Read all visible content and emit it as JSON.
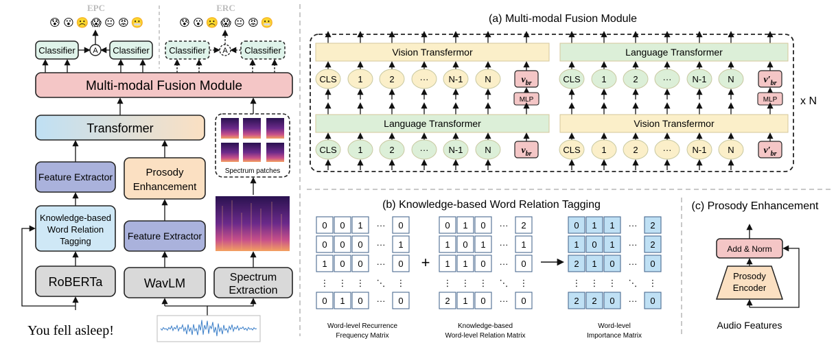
{
  "left": {
    "epc_label": "EPC",
    "erc_label": "ERC",
    "epc_emojis": [
      "😰",
      "😮",
      "☹️",
      "😱",
      "😐",
      "😡",
      "😬"
    ],
    "erc_emojis": [
      "😰",
      "😮",
      "☹️",
      "😱",
      "😐",
      "😡",
      "😬"
    ],
    "classifier": "Classifier",
    "a": "A",
    "fusion": "Multi-modal Fusion Module",
    "transformer": "Transformer",
    "feature_extractor": "Feature Extractor",
    "kb_tagging": "Knowledge-based Word Relation Tagging",
    "kb_tagging_lines": [
      "Knowledge-based",
      "Word Relation",
      "Tagging"
    ],
    "roberta": "RoBERTa",
    "prosody_lines": [
      "Prosody",
      "Enhancement"
    ],
    "feature_extractor2": "Feature Extractor",
    "wavlm": "WavLM",
    "spectrum_lines": [
      "Spectrum",
      "Extraction"
    ],
    "spectrum_patches": "Spectrum patches",
    "utterance": "You fell asleep!"
  },
  "panel_a": {
    "title": "(a)  Multi-modal Fusion Module",
    "vision_transformer": "Vision Transfermor",
    "language_transformer": "Language Transformer",
    "tokens": [
      "CLS",
      "1",
      "2",
      "···",
      "N-1",
      "N"
    ],
    "v_br": "v",
    "br_sub": "br",
    "mlp": "MLP",
    "times_n": "x N"
  },
  "panel_b": {
    "title": "(b)  Knowledge-based Word Relation Tagging",
    "plus": "+",
    "m1": {
      "rows": [
        [
          "0",
          "0",
          "1",
          "···",
          "0"
        ],
        [
          "0",
          "0",
          "0",
          "···",
          "1"
        ],
        [
          "1",
          "0",
          "0",
          "···",
          "0"
        ],
        [
          "⋮",
          "⋮",
          "⋮",
          "⋱",
          "⋮"
        ],
        [
          "0",
          "1",
          "0",
          "···",
          "0"
        ]
      ],
      "caption": [
        "Word-level Recurrence",
        "Frequency Matrix"
      ]
    },
    "m2": {
      "rows": [
        [
          "0",
          "1",
          "0",
          "···",
          "2"
        ],
        [
          "1",
          "0",
          "1",
          "···",
          "1"
        ],
        [
          "1",
          "1",
          "0",
          "···",
          "0"
        ],
        [
          "⋮",
          "⋮",
          "⋮",
          "⋱",
          "⋮"
        ],
        [
          "2",
          "1",
          "0",
          "···",
          "0"
        ]
      ],
      "caption": [
        "Knowledge-based",
        "Word-level Relation Matrix"
      ]
    },
    "m3": {
      "rows": [
        [
          "0",
          "1",
          "1",
          "···",
          "2"
        ],
        [
          "1",
          "0",
          "1",
          "···",
          "2"
        ],
        [
          "2",
          "1",
          "0",
          "···",
          "0"
        ],
        [
          "⋮",
          "⋮",
          "⋮",
          "⋱",
          "⋮"
        ],
        [
          "2",
          "2",
          "0",
          "···",
          "0"
        ]
      ],
      "caption": [
        "Word-level",
        "Importance Matrix"
      ]
    }
  },
  "panel_c": {
    "title": "(c)  Prosody Enhancement",
    "add_norm": "Add & Norm",
    "encoder_lines": [
      "Prosody",
      "Encoder"
    ],
    "audio_features": "Audio Features"
  },
  "colors": {
    "classifier_fill": "#dff3ea",
    "fusion_fill": "#f4c6c6",
    "transformer_grad_left": "#bfe0f4",
    "transformer_grad_right": "#fbe0c2",
    "feature_extractor_fill": "#aab2dc",
    "kb_fill": "#cfe8f6",
    "gray_fill": "#d9d9d9",
    "prosody_fill": "#fbe0c2",
    "vision_bar": "#fbefc9",
    "language_bar": "#dcefd8",
    "token_yellow": "#fbefc9",
    "token_green": "#dcefd8",
    "vbr_fill": "#f4c6c6",
    "matrix_blue": "#bfe0f4",
    "encoder_fill": "#fbe0c2",
    "addnorm_fill": "#f4c6c6"
  }
}
